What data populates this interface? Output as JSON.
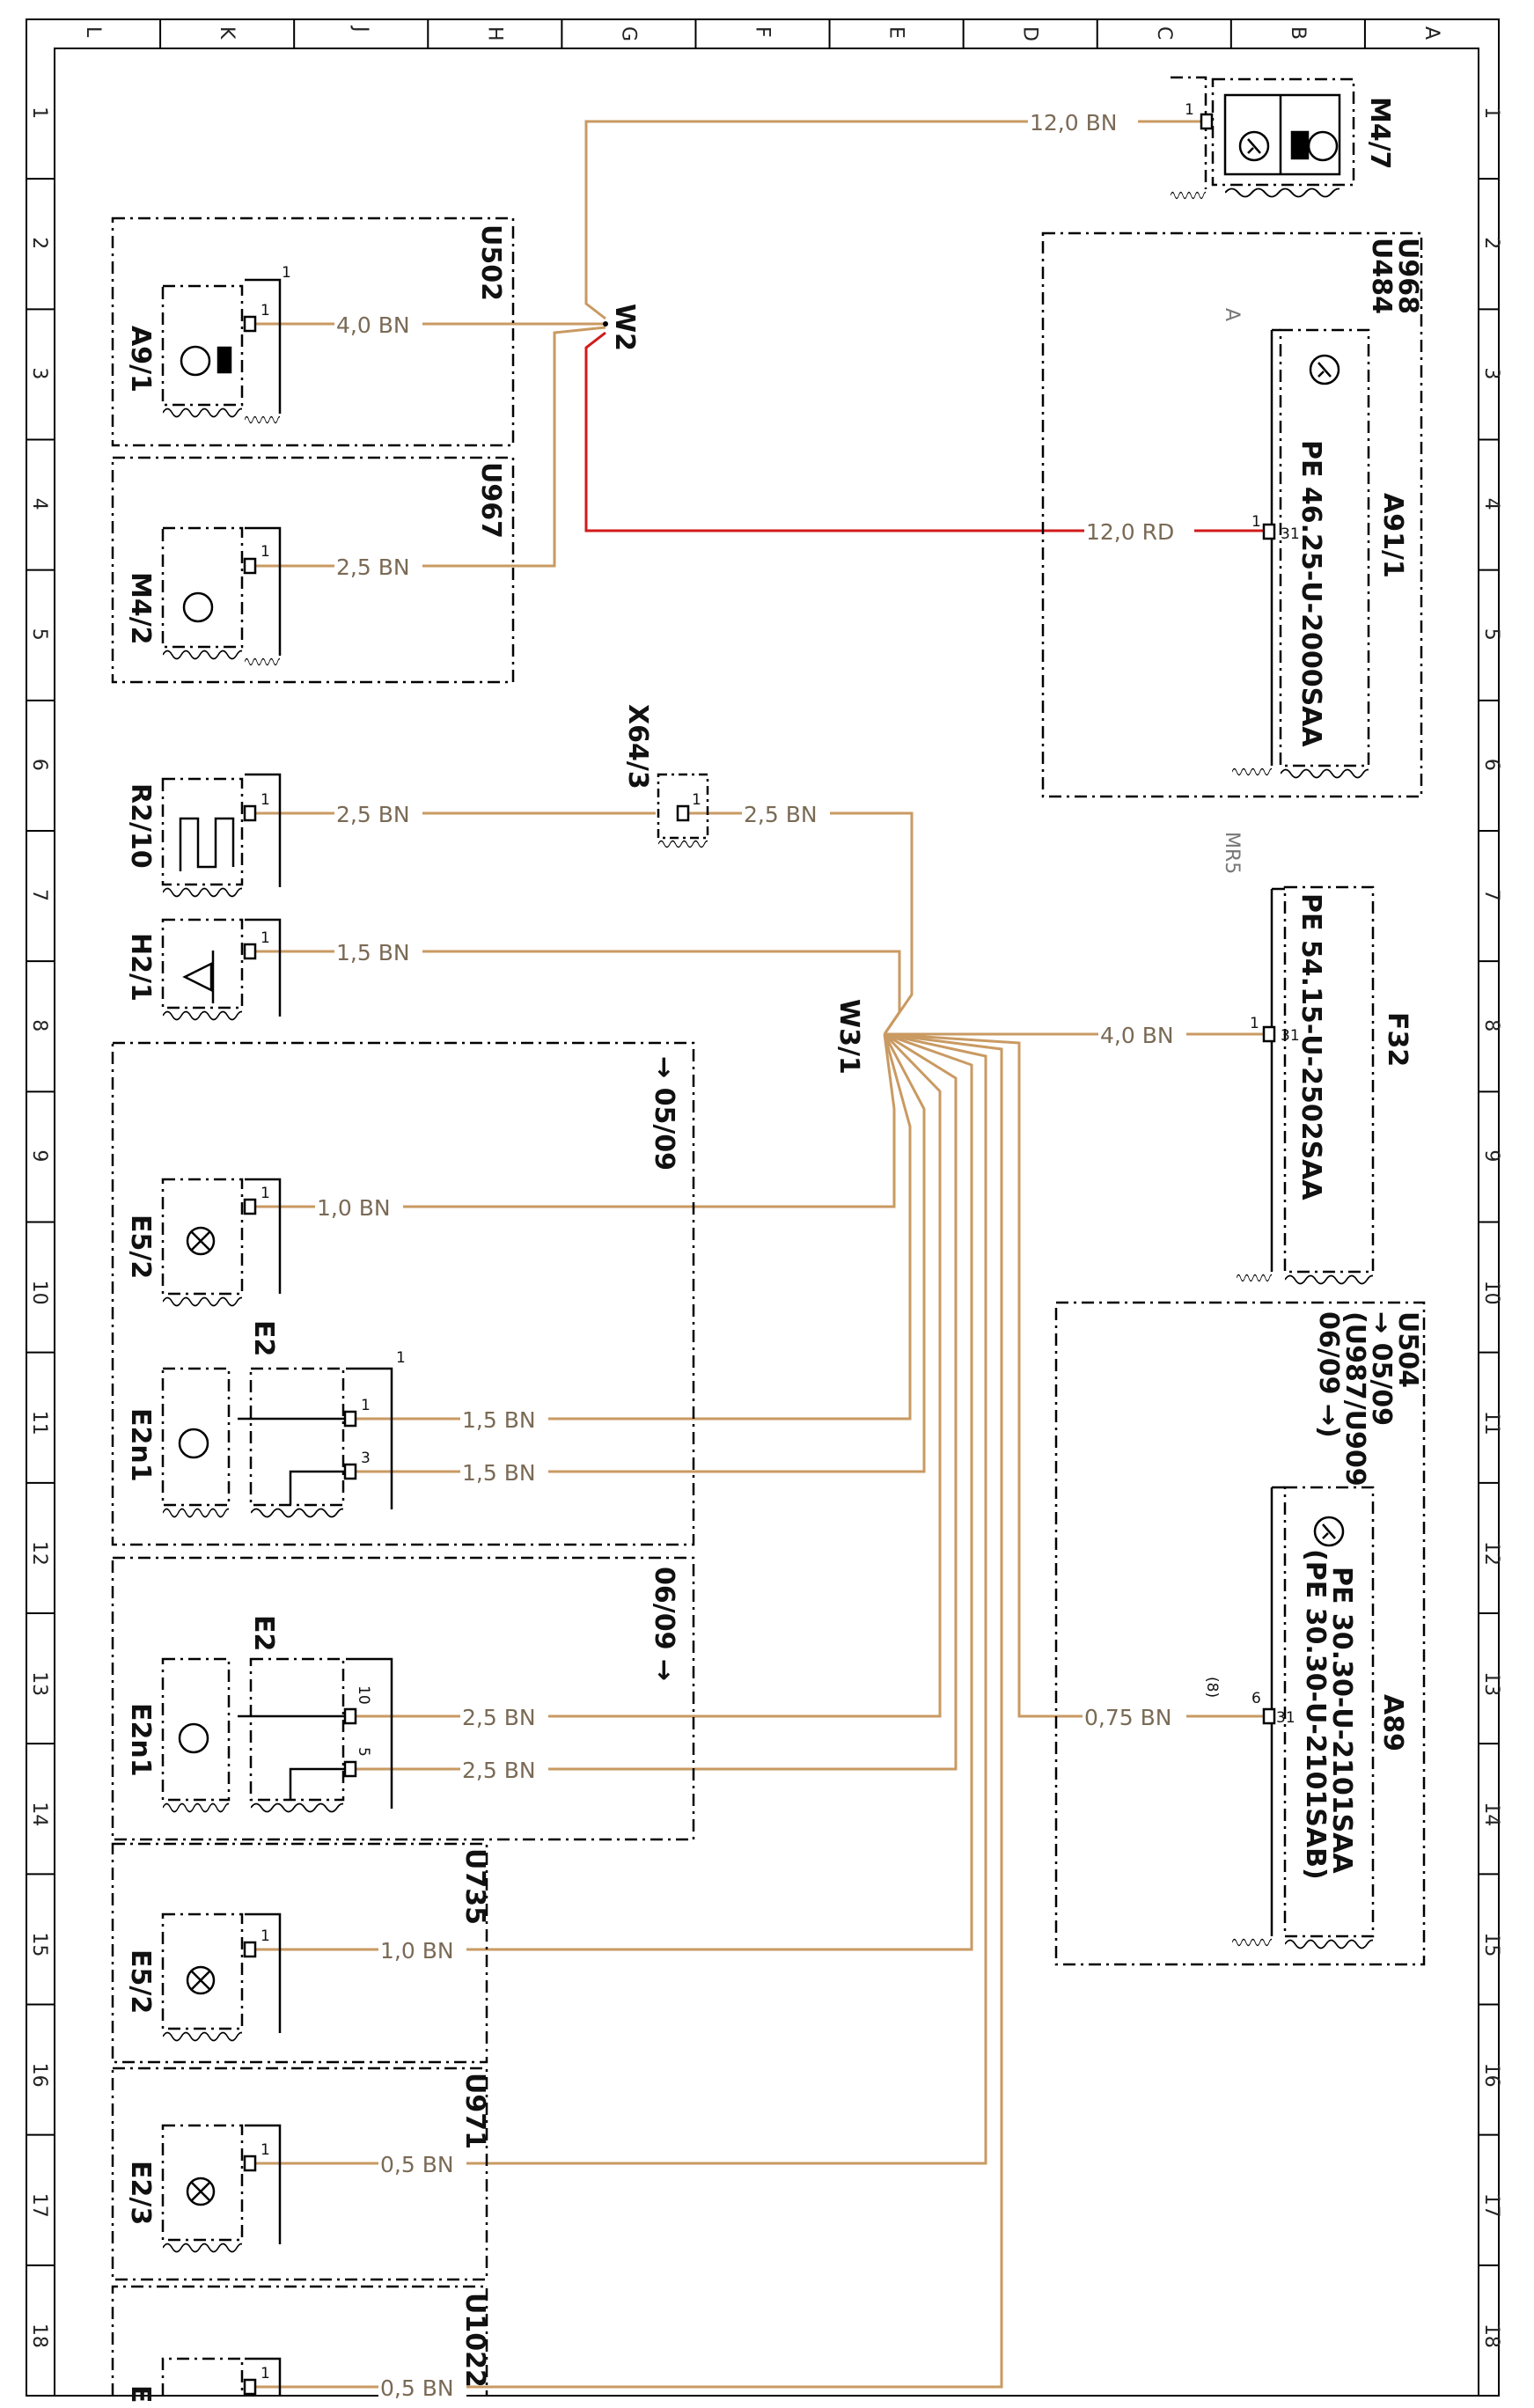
{
  "grid": {
    "columns": [
      "L",
      "K",
      "J",
      "H",
      "G",
      "F",
      "E",
      "D",
      "C",
      "B",
      "A"
    ],
    "rows": [
      "1",
      "2",
      "3",
      "4",
      "5",
      "6",
      "7",
      "8",
      "9",
      "10",
      "11",
      "12",
      "13",
      "14",
      "15",
      "16",
      "17",
      "18"
    ]
  },
  "colors": {
    "brown_wire": "#c99a62",
    "red_wire": "#d11a1a",
    "line": "#000000"
  },
  "modules": {
    "m47": {
      "label": "M4/7",
      "pin": "1"
    },
    "u968": {
      "code1": "U968",
      "code2": "U484",
      "gray": "A"
    },
    "a911": {
      "label": "A91/1",
      "ref": "PE 46.25-U-2000SAA",
      "pin_a": "1",
      "pin_b": "31"
    },
    "u502": {
      "code": "U502"
    },
    "a91": {
      "label": "A9/1",
      "pin": "1",
      "top": "1"
    },
    "u967": {
      "code": "U967"
    },
    "m42": {
      "label": "M4/2",
      "pin": "1"
    },
    "x643": {
      "label": "X64/3",
      "pin": "1"
    },
    "r210": {
      "label": "R2/10",
      "pin": "1"
    },
    "h21": {
      "label": "H2/1",
      "pin": "1"
    },
    "f32": {
      "label": "F32",
      "ref": "PE 54.15-U-2502SAA",
      "gray": "MR5",
      "pin_a": "1",
      "pin_b": "31"
    },
    "v0509": {
      "code": "→ 05/09"
    },
    "e52a": {
      "label": "E5/2",
      "pin": "1"
    },
    "e2a": {
      "label": "E2",
      "sub": "E2n1",
      "top": "1",
      "pin_a": "1",
      "pin_b": "3"
    },
    "u504": {
      "code": "U504",
      "l1": "→ 05/09",
      "l2": "(U987/U909",
      "l3": "06/09 →)"
    },
    "a89": {
      "label": "A89",
      "ref1": "PE 30.30-U-2101SAA",
      "ref2": "(PE 30.30-U-2101SAB)",
      "pin_a": "6",
      "pin_b": "31",
      "pin_c": "(8)"
    },
    "v0609": {
      "code": "06/09 →"
    },
    "e2b": {
      "label": "E2",
      "sub": "E2n1",
      "pin_a": "10",
      "pin_b": "5"
    },
    "u735": {
      "code": "U735"
    },
    "e52b": {
      "label": "E5/2",
      "pin": "1"
    },
    "u971": {
      "code": "U971"
    },
    "e23": {
      "label": "E2/3",
      "pin": "1"
    },
    "u1022": {
      "code": "U1022",
      "pin": "1",
      "partial": "E"
    }
  },
  "splices": {
    "w2": "W2",
    "w31": "W3/1"
  },
  "wires": {
    "m47": "12,0 BN",
    "a91": "4,0 BN",
    "m42": "2,5 BN",
    "a911": "12,0 RD",
    "r210": "2,5 BN",
    "x643": "2,5 BN",
    "h21": "1,5 BN",
    "f32": "4,0 BN",
    "e52a": "1,0 BN",
    "e2a1": "1,5 BN",
    "e2a3": "1,5 BN",
    "e2b10": "2,5 BN",
    "e2b5": "2,5 BN",
    "a89": "0,75 BN",
    "e52b": "1,0 BN",
    "e23": "0,5 BN",
    "u1022": "0,5 BN"
  }
}
